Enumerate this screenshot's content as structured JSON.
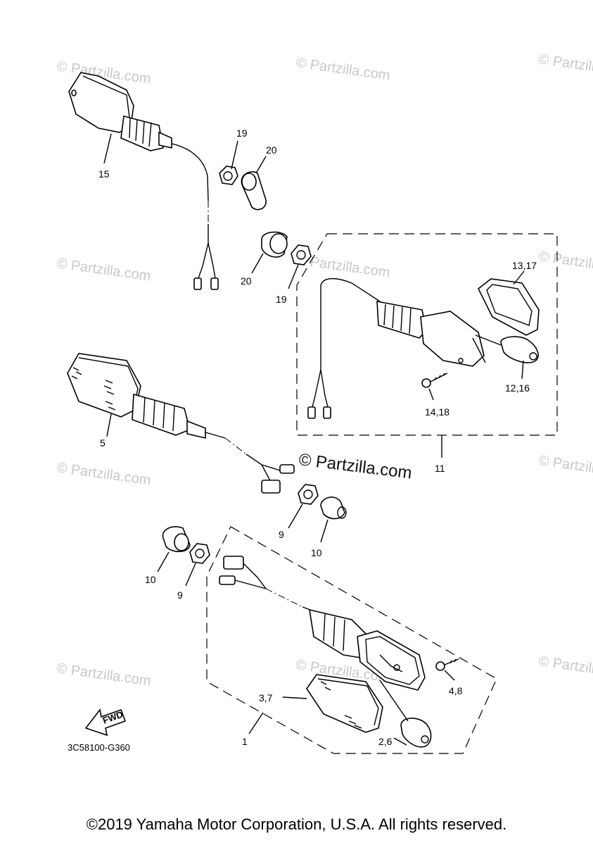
{
  "watermark": "© Partzilla.com",
  "diagram_code": "3C58100-G360",
  "fwd_label": "FWD",
  "copyright": "©2019 Yamaha Motor Corporation, U.S.A. All rights reserved.",
  "callouts": {
    "c15": "15",
    "c19a": "19",
    "c20a": "20",
    "c20b": "20",
    "c19b": "19",
    "c13_17": "13,17",
    "c12_16": "12,16",
    "c14_18": "14,18",
    "c11": "11",
    "c5": "5",
    "c9a": "9",
    "c10a": "10",
    "c10b": "10",
    "c9b": "9",
    "c4_8": "4,8",
    "c3_7": "3,7",
    "c1": "1",
    "c2_6": "2,6"
  }
}
